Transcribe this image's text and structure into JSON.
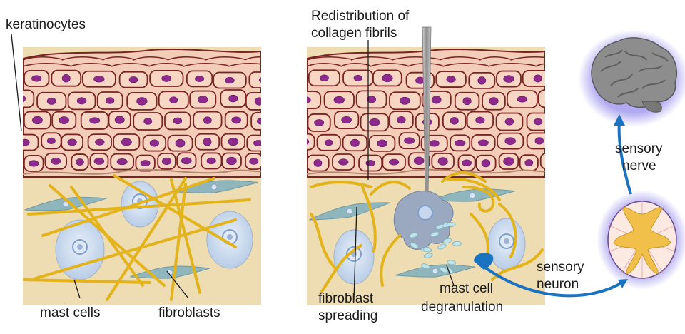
{
  "labels": {
    "keratinocytes": "keratinocytes",
    "redistribution_line1": "Redistribution of",
    "redistribution_line2": "collagen fibrils",
    "mast_cells": "mast cells",
    "fibroblasts": "fibroblasts",
    "fibroblast_spreading_line1": "fibroblast",
    "fibroblast_spreading_line2": "spreading",
    "mast_degranulation_line1": "mast cell",
    "mast_degranulation_line2": "degranulation",
    "sensory_nerve_line1": "sensory",
    "sensory_nerve_line2": "nerve",
    "sensory_neuron_line1": "sensory",
    "sensory_neuron_line2": "neuron"
  },
  "colors": {
    "epidermis_fill": "#f3cdb8",
    "cell_outline": "#7a2323",
    "nucleus": "#8e2a8e",
    "dermis": "#eedcb2",
    "collagen": "#e2b31a",
    "fibroblast": "#8fb6bd",
    "mast_cell": "#c8d6e8",
    "arrow_blue": "#1a73c0",
    "needle": "#9a9a9a",
    "brain_gray": "#8a8a8a",
    "glow": "#a8a0f0"
  }
}
